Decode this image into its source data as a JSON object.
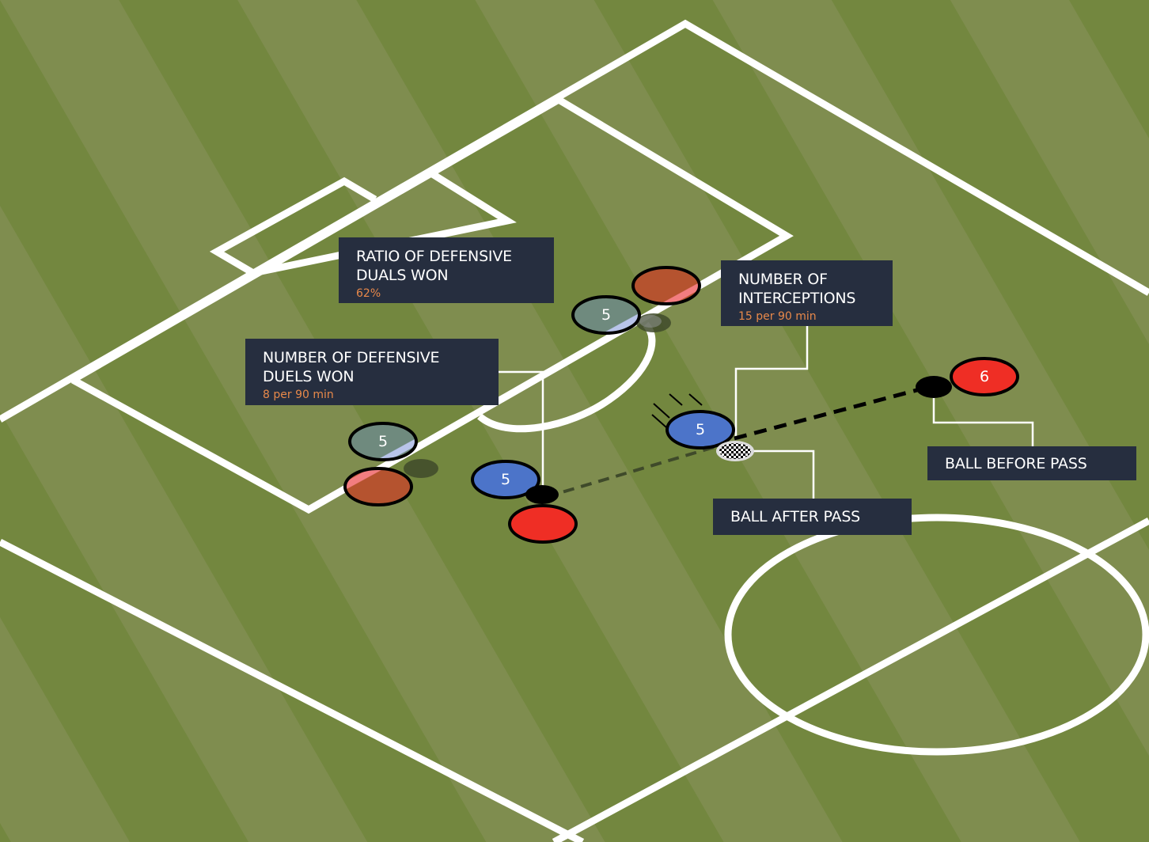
{
  "colors": {
    "grass_light": "#7f8d4f",
    "grass_dark": "#73873f",
    "line": "#ffffff",
    "label_bg": "#262e3f",
    "label_value": "#e8894a",
    "blue_player": "#4c74c9",
    "red_player": "#ef2e25",
    "grey_player": "#6f8a7e",
    "brown_player": "#b5532f",
    "ball": "#000000",
    "pass_line_dark": "#000000",
    "pass_line_faded": "#3f4a2a"
  },
  "labels": {
    "ratio_duals": {
      "title": "RATIO OF DEFENSIVE\nDUALS WON",
      "value": "62%"
    },
    "duels_won": {
      "title": "NUMBER OF DEFENSIVE\nDUELS WON",
      "value": "8 per 90 min"
    },
    "interceptions": {
      "title": "NUMBER OF\nINTERCEPTIONS",
      "value": "15 per 90 min"
    },
    "ball_before_pass": {
      "title": "BALL BEFORE PASS"
    },
    "ball_after_pass": {
      "title": "BALL AFTER PASS"
    }
  },
  "players": {
    "grey_top": {
      "number": "5"
    },
    "grey_left": {
      "number": "5"
    },
    "blue_left": {
      "number": "5"
    },
    "blue_center": {
      "number": "5"
    },
    "red_right": {
      "number": "6"
    }
  }
}
